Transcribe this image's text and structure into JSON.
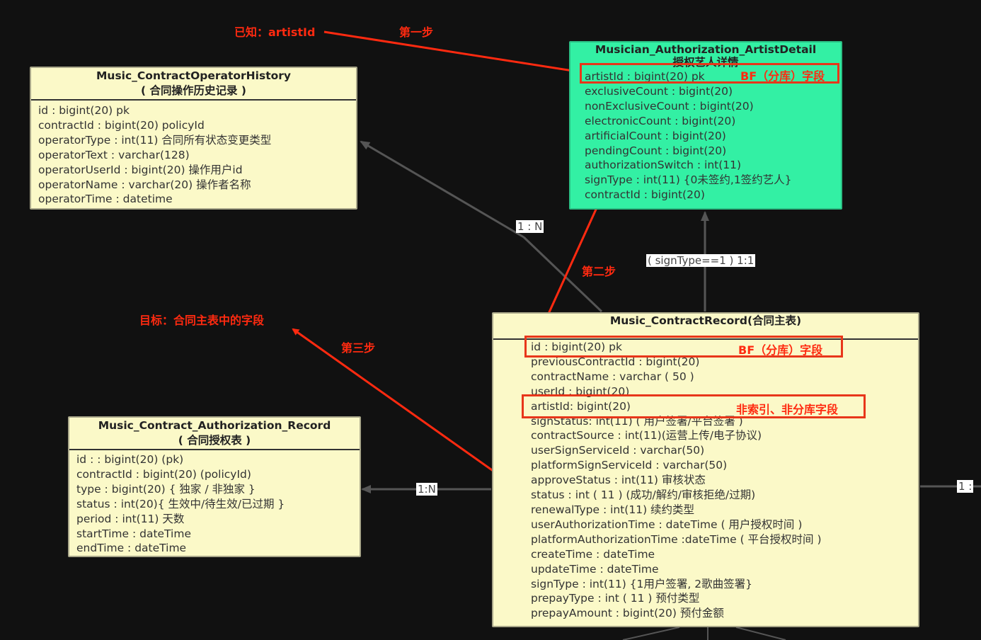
{
  "entities": {
    "history": {
      "title": "Music_ContractOperatorHistory",
      "subtitle": "( 合同操作历史记录 )",
      "fields": [
        "id : bigint(20) pk",
        "contractId : bigint(20) policyId",
        "operatorType : int(11) 合同所有状态变更类型",
        "operatorText  : varchar(128)",
        "operatorUserId : bigint(20) 操作用户id",
        "operatorName  : varchar(20) 操作者名称",
        "operatorTime : datetime"
      ]
    },
    "artist": {
      "title": "Musician_Authorization_ArtistDetail",
      "subtitle": "授权艺人详情",
      "fields": [
        "artistId  : bigint(20) pk",
        "exclusiveCount  : bigint(20)",
        "nonExclusiveCount : bigint(20)",
        "electronicCount  : bigint(20)",
        "artificialCount : bigint(20)",
        "pendingCount  :  bigint(20)",
        "authorizationSwitch : int(11)",
        "signType : int(11) {0未签约,1签约艺人}",
        "contractId : bigint(20)"
      ]
    },
    "record": {
      "title": "Music_ContractRecord(合同主表)",
      "fields": [
        "id : bigint(20) pk",
        "previousContractId :  bigint(20)",
        "contractName : varchar ( 50 )",
        "userId : bigint(20)",
        "artistId: bigint(20)",
        "signStatus: int(11) ( 用户签署/平台签署 )",
        "contractSource : int(11)(运营上传/电子协议)",
        "userSignServiceId : varchar(50)",
        "platformSignServiceId : varchar(50)",
        "approveStatus : int(11) 审核状态",
        "status : int ( 11 ) (成功/解约/审核拒绝/过期)",
        "renewalType  : int(11) 续约类型",
        "userAuthorizationTime : dateTime ( 用户授权时间 )",
        "platformAuthorizationTime :dateTime ( 平台授权时间 )",
        "createTime : dateTime",
        "updateTime : dateTime",
        "signType : int(11)  {1用户签署, 2歌曲签署}",
        "prepayType : int ( 11 ) 预付类型",
        "prepayAmount : bigint(20) 预付金额"
      ]
    },
    "auth": {
      "title": "Music_Contract_Authorization_Record",
      "subtitle": "( 合同授权表 )",
      "fields": [
        "id  : : bigint(20) (pk)",
        "contractId : bigint(20) (policyId)",
        "type : bigint(20) { 独家 / 非独家 }",
        "status : int(20){ 生效中/待生效/已过期 }",
        "period : int(11)  天数",
        "startTime : dateTime",
        "endTime : dateTime"
      ]
    }
  },
  "relations": {
    "history_record": "1 : N",
    "artist_record": "( signType==1 ) 1:1",
    "auth_record": "1:N",
    "right_edge": "1  :"
  },
  "annotations": {
    "known": "已知：artistId",
    "step1": "第一步",
    "step2": "第二步",
    "step3": "第三步",
    "target": "目标：合同主表中的字段",
    "bf_artist": "BF（分库）字段",
    "bf_record": "BF（分库）字段",
    "non_index": "非索引、非分库字段"
  },
  "colors": {
    "annotation_red": "#ff2a10",
    "entity_yellow": "#fbf9c8",
    "entity_green": "#33f0a4",
    "background": "#111111"
  }
}
